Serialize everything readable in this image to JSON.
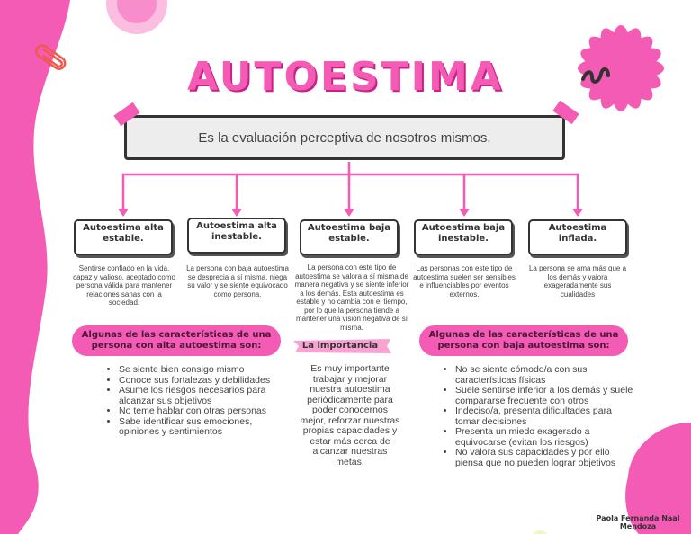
{
  "title": "AUTOESTIMA",
  "definition": "Es la evaluación perceptiva de nosotros mismos.",
  "types": [
    {
      "label": "Autoestima alta estable.",
      "description": "Sentirse confiado en la vida, capaz y valioso, aceptado como persona válida para mantener relaciones sanas con la sociedad."
    },
    {
      "label": "Autoestima alta inestable.",
      "description": "La persona con baja autoestima se desprecia a sí misma, niega su valor y se siente equivocado como persona."
    },
    {
      "label": "Autoestima baja estable.",
      "description": "La persona con este tipo de autoestima se valora a sí misma de manera negativa y se siente inferior a los demás. Esta autoestima es estable y no cambia con el tiempo, por lo que la persona tiende a mantener una visión negativa de sí misma."
    },
    {
      "label": "Autoestima baja inestable.",
      "description": "Las personas con este tipo de autoestima suelen ser sensibles e influenciables por eventos externos."
    },
    {
      "label": "Autoestima inflada.",
      "description": "La persona se ama más que a los demás y valora exageradamente sus cualidades"
    }
  ],
  "high": {
    "heading": "Algunas de las características de una persona con alta autoestima son:",
    "items": [
      "Se siente bien consigo mismo",
      "Conoce sus fortalezas y debilidades",
      "Asume los riesgos necesarios para alcanzar sus objetivos",
      "No teme hablar con otras personas",
      "Sabe identificar sus emociones, opiniones y sentimientos"
    ]
  },
  "importance": {
    "heading": "La importancia",
    "text": "Es muy importante trabajar y mejorar nuestra autoestima periódicamente para poder conocernos mejor, reforzar nuestras propias capacidades y estar más cerca de alcanzar nuestras metas."
  },
  "low": {
    "heading": "Algunas de las características de una persona con baja autoestima son:",
    "items": [
      "No se siente cómodo/a con sus características físicas",
      "Suele sentirse inferior a los demás y suele compararse frecuente con otros",
      "Indeciso/a, presenta dificultades para tomar decisiones",
      "Presenta un miedo exagerado a equivocarse (evitan los riesgos)",
      "No valora sus capacidades y por ello piensa que no pueden lograr objetivos"
    ]
  },
  "author": "Paola Fernanda Naal Mendoza",
  "colors": {
    "accent": "#f35bb4",
    "accent_dark": "#c91f86",
    "border": "#333333",
    "box_bg": "#ededed"
  },
  "icons": [
    "paperclip-icon",
    "flower-decoration",
    "squiggle-decoration"
  ]
}
